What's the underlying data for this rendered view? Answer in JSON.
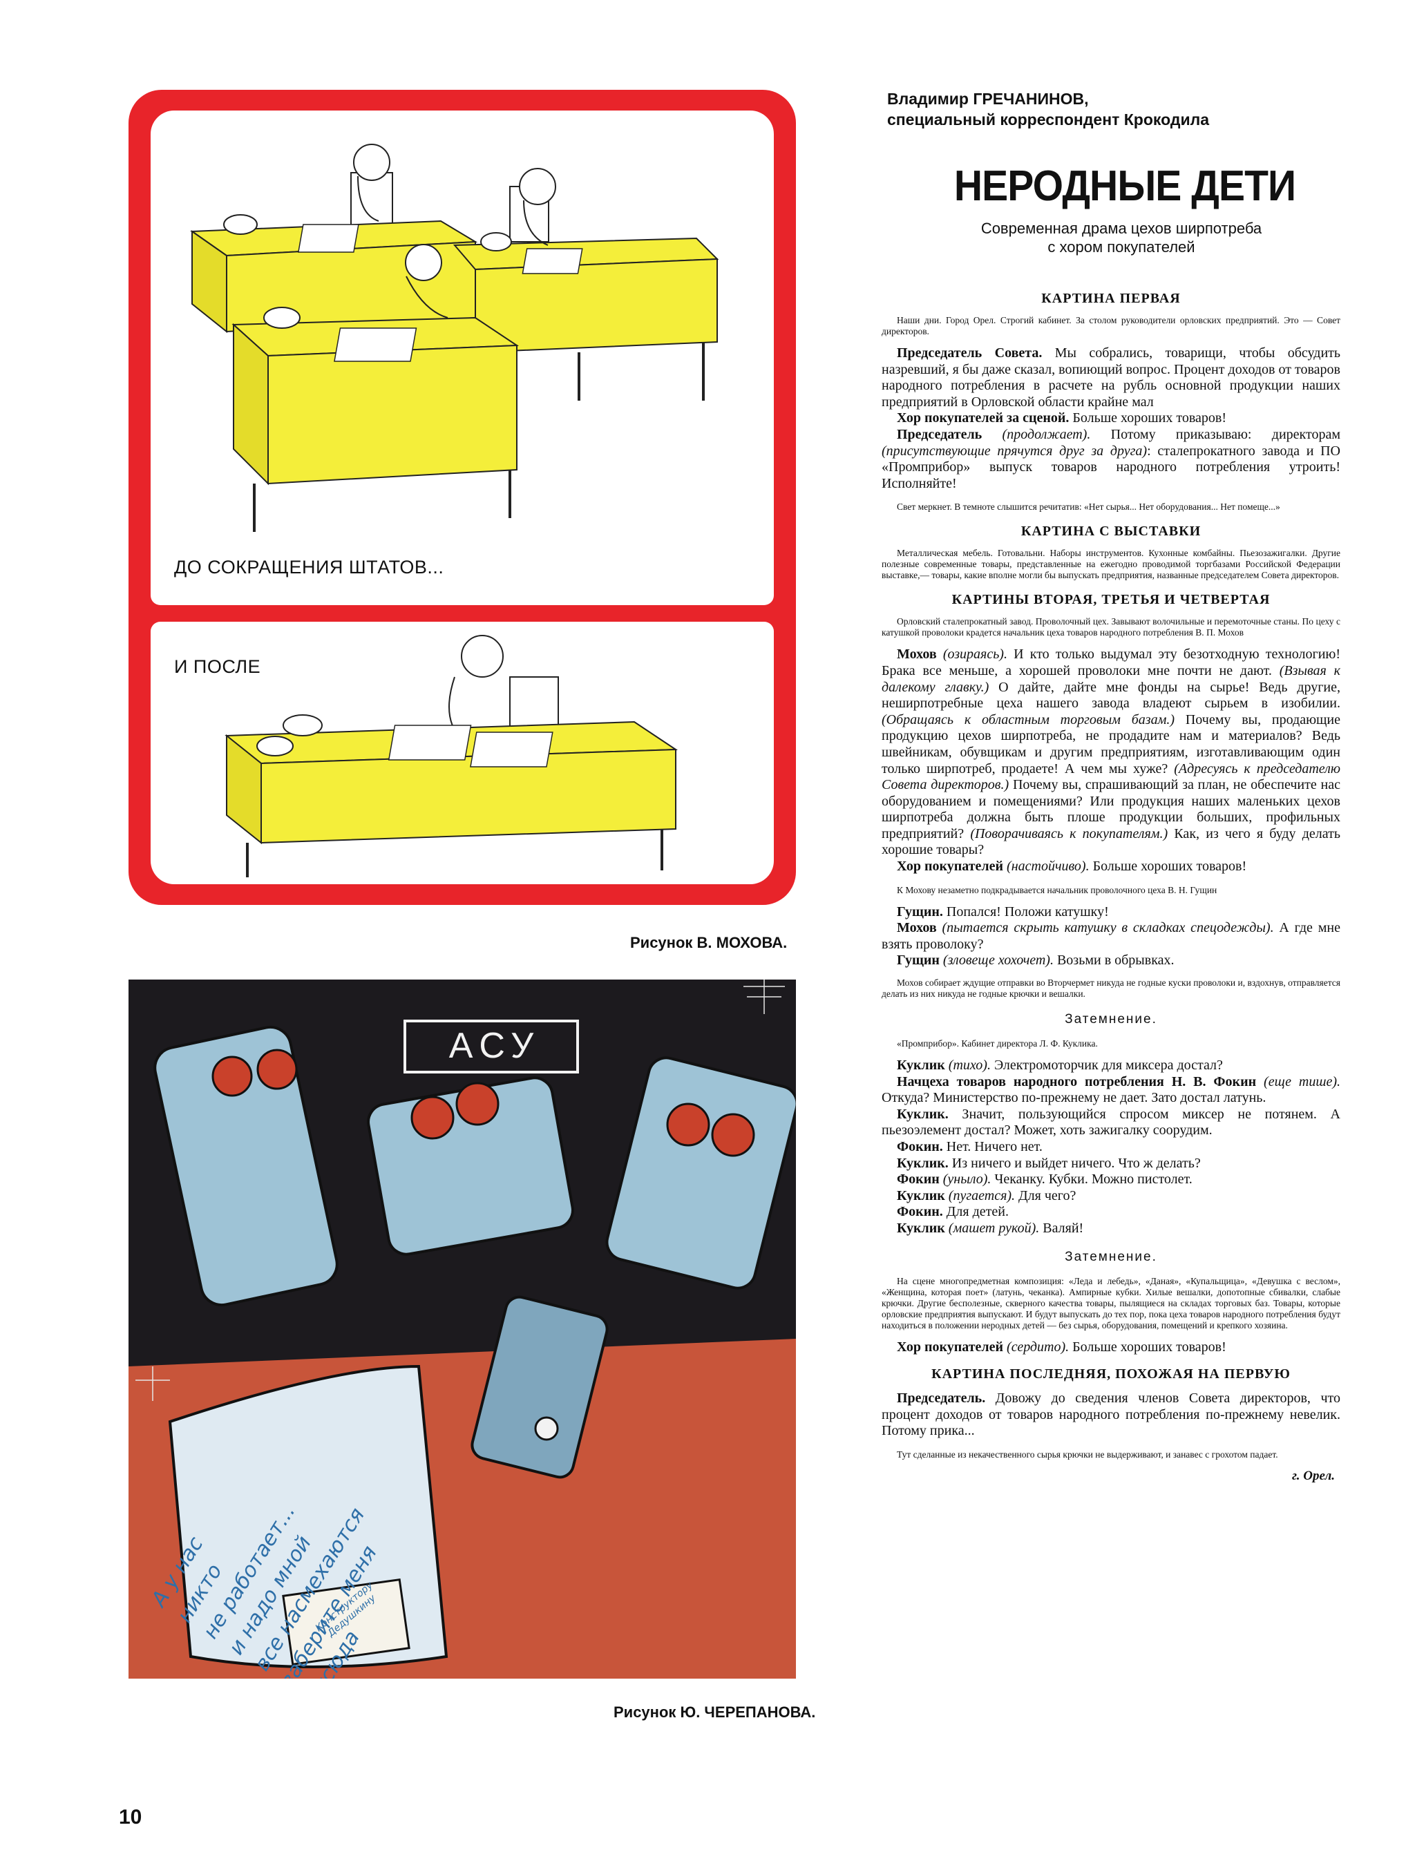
{
  "page": {
    "number": "10"
  },
  "cartoon_mokhov": {
    "caption_before": "ДО СОКРАЩЕНИЯ ШТАТОВ...",
    "caption_after": "И ПОСЛЕ",
    "credit": "Рисунок В. МОХОВА.",
    "colors": {
      "frame": "#e8242a",
      "desk": "#f4ee3a"
    }
  },
  "cartoon_cherepanov": {
    "sign": "АСУ",
    "scroll_lines": [
      "А у нас",
      "никто",
      "не работает...",
      "и надо мной",
      "все насмехаются",
      "заберите меня",
      "отсюда"
    ],
    "envelope": "Конструктору Дедушкину",
    "credit": "Рисунок Ю. ЧЕРЕПАНОВА."
  },
  "article": {
    "author_line1": "Владимир ГРЕЧАНИНОВ,",
    "author_line2": "специальный корреспондент Крокодила",
    "title": "НЕРОДНЫЕ ДЕТИ",
    "subtitle_line1": "Современная драма цехов ширпотреба",
    "subtitle_line2": "с хором покупателей",
    "sec1_title": "КАРТИНА ПЕРВАЯ",
    "sec1_note": "Наши дни. Город Орел. Строгий кабинет. За столом руководители орловских предприятий. Это — Совет директоров.",
    "s1p1_speaker": "Председатель Совета.",
    "s1p1_text": " Мы собрались, товарищи, чтобы обсудить назревший, я бы даже сказал, вопиющий вопрос. Процент доходов от товаров народного потребления в расчете на рубль основной продукции наших предприятий в Орловской области крайне мал",
    "s1p2_speaker": "Хор покупателей за сценой.",
    "s1p2_text": " Больше хороших товаров!",
    "s1p3_speaker": "Председатель",
    "s1p3_dir1": " (продолжает).",
    "s1p3_text1": " Потому приказываю: директорам ",
    "s1p3_dir2": "(присутствующие прячутся друг за друга)",
    "s1p3_text2": ": сталепрокатного завода и ПО «Промприбор» выпуск товаров народного потребления утроить! Исполняйте!",
    "sec1_note2": "Свет меркнет. В темноте слышится речитатив: «Нет сырья... Нет оборудования... Нет помеще...»",
    "sec2_title": "КАРТИНА С ВЫСТАВКИ",
    "sec2_note": "Металлическая мебель. Готовальни. Наборы инструментов. Кухонные комбайны. Пьезозажигалки. Другие полезные современные товары, представленные на ежегодно проводимой торгбазами Российской Федерации выставке,— товары, какие вполне могли бы выпускать предприятия, названные председателем Совета директоров.",
    "sec3_title": "КАРТИНЫ ВТОРАЯ, ТРЕТЬЯ И ЧЕТВЕРТАЯ",
    "sec3_note": "Орловский сталепрокатный завод. Проволочный цех. Завывают волочильные и перемоточные станы. По цеху с катушкой проволоки крадется начальник цеха товаров народного потребления В. П. Мохов",
    "s3p1_speaker": "Мохов",
    "s3p1_dir1": " (озираясь).",
    "s3p1_text1": " И кто только выдумал эту безотходную технологию! Брака все меньше, а хорошей проволоки мне почти не дают. ",
    "s3p1_dir2": "(Взывая к далекому главку.)",
    "s3p1_text2": " О дайте, дайте мне фонды на сырье! Ведь другие, неширпотребные цеха нашего завода владеют сырьем в изобилии. ",
    "s3p1_dir3": "(Обращаясь к областным торговым базам.)",
    "s3p1_text3": " Почему вы, продающие продукцию цехов ширпотреба, не продадите нам и материалов? Ведь швейникам, обувщикам и другим предприятиям, изготавливающим один только ширпотреб, продаете! А чем мы хуже? ",
    "s3p1_dir4": "(Адресуясь к председателю Совета директоров.)",
    "s3p1_text4": " Почему вы, спрашивающий за план, не обеспечите нас оборудованием и помещениями? Или продукция наших маленьких цехов ширпотреба должна быть плоше продукции больших, профильных предприятий? ",
    "s3p1_dir5": "(Поворачиваясь к покупателям.)",
    "s3p1_text5": " Как, из чего я буду делать хорошие товары?",
    "s3p2_speaker": "Хор покупателей",
    "s3p2_dir": " (настойчиво).",
    "s3p2_text": " Больше хороших товаров!",
    "sec3_note2": "К Мохову незаметно подкрадывается начальник проволочного цеха В. Н. Гущин",
    "s3p3_speaker": "Гущин.",
    "s3p3_text": " Попался! Положи катушку!",
    "s3p4_speaker": "Мохов",
    "s3p4_dir": " (пытается скрыть катушку в складках спецодежды).",
    "s3p4_text": " А где мне взять проволоку?",
    "s3p5_speaker": "Гущин",
    "s3p5_dir": " (зловеще хохочет).",
    "s3p5_text": " Возьми в обрывках.",
    "sec3_note3": "Мохов собирает ждущие отправки во Вторчермет никуда не годные куски проволоки и, вздохнув, отправляется делать из них никуда не годные крючки и вешалки.",
    "darkening": "Затемнение.",
    "sec4_note": "«Промприбор». Кабинет директора Л. Ф. Куклика.",
    "s4p1_speaker": "Куклик",
    "s4p1_dir": " (тихо).",
    "s4p1_text": " Электромоторчик для миксера достал?",
    "s4p2_speaker": "Начцеха товаров народного потребления Н. В. Фокин",
    "s4p2_dir": " (еще тише).",
    "s4p2_text": " Откуда? Министерство по-прежнему не дает. Зато достал латунь.",
    "s4p3_speaker": "Куклик.",
    "s4p3_text": " Значит, пользующийся спросом миксер не потянем. А пьезоэлемент достал? Может, хоть зажигалку соорудим.",
    "s4p4_speaker": "Фокин.",
    "s4p4_text": " Нет. Ничего нет.",
    "s4p5_speaker": "Куклик.",
    "s4p5_text": " Из ничего и выйдет ничего. Что ж делать?",
    "s4p6_speaker": "Фокин",
    "s4p6_dir": " (уныло).",
    "s4p6_text": " Чеканку. Кубки. Можно пистолет.",
    "s4p7_speaker": "Куклик",
    "s4p7_dir": " (пугается).",
    "s4p7_text": " Для чего?",
    "s4p8_speaker": "Фокин.",
    "s4p8_text": " Для детей.",
    "s4p9_speaker": "Куклик",
    "s4p9_dir": " (машет рукой).",
    "s4p9_text": " Валяй!",
    "darkening2": "Затемнение.",
    "sec5_note": "На сцене многопредметная композиция: «Леда и лебедь», «Даная», «Купальщица», «Девушка с веслом», «Женщина, которая поет» (латунь, чеканка). Ампирные кубки. Хилые вешалки, допотопные сбивалки, слабые крючки. Другие бесполезные, скверного качества товары, пылящиеся на складах торговых баз. Товары, которые орловские предприятия выпускают. И будут выпускать до тех пор, пока цеха товаров народного потребления будут находиться в положении неродных детей — без сырья, оборудования, помещений и крепкого хозяина.",
    "s5p1_speaker": "Хор покупателей",
    "s5p1_dir": " (сердито).",
    "s5p1_text": " Больше хороших товаров!",
    "sec6_title": "КАРТИНА ПОСЛЕДНЯЯ, ПОХОЖАЯ НА ПЕРВУЮ",
    "s6p1_speaker": "Председатель.",
    "s6p1_text": " Довожу до сведения членов Совета директоров, что процент доходов от товаров народного потребления по-прежнему невелик. Потому прика...",
    "sec6_note": "Тут сделанные из некачественного сырья крючки не выдерживают, и занавес с грохотом падает.",
    "city": "г. Орел."
  }
}
